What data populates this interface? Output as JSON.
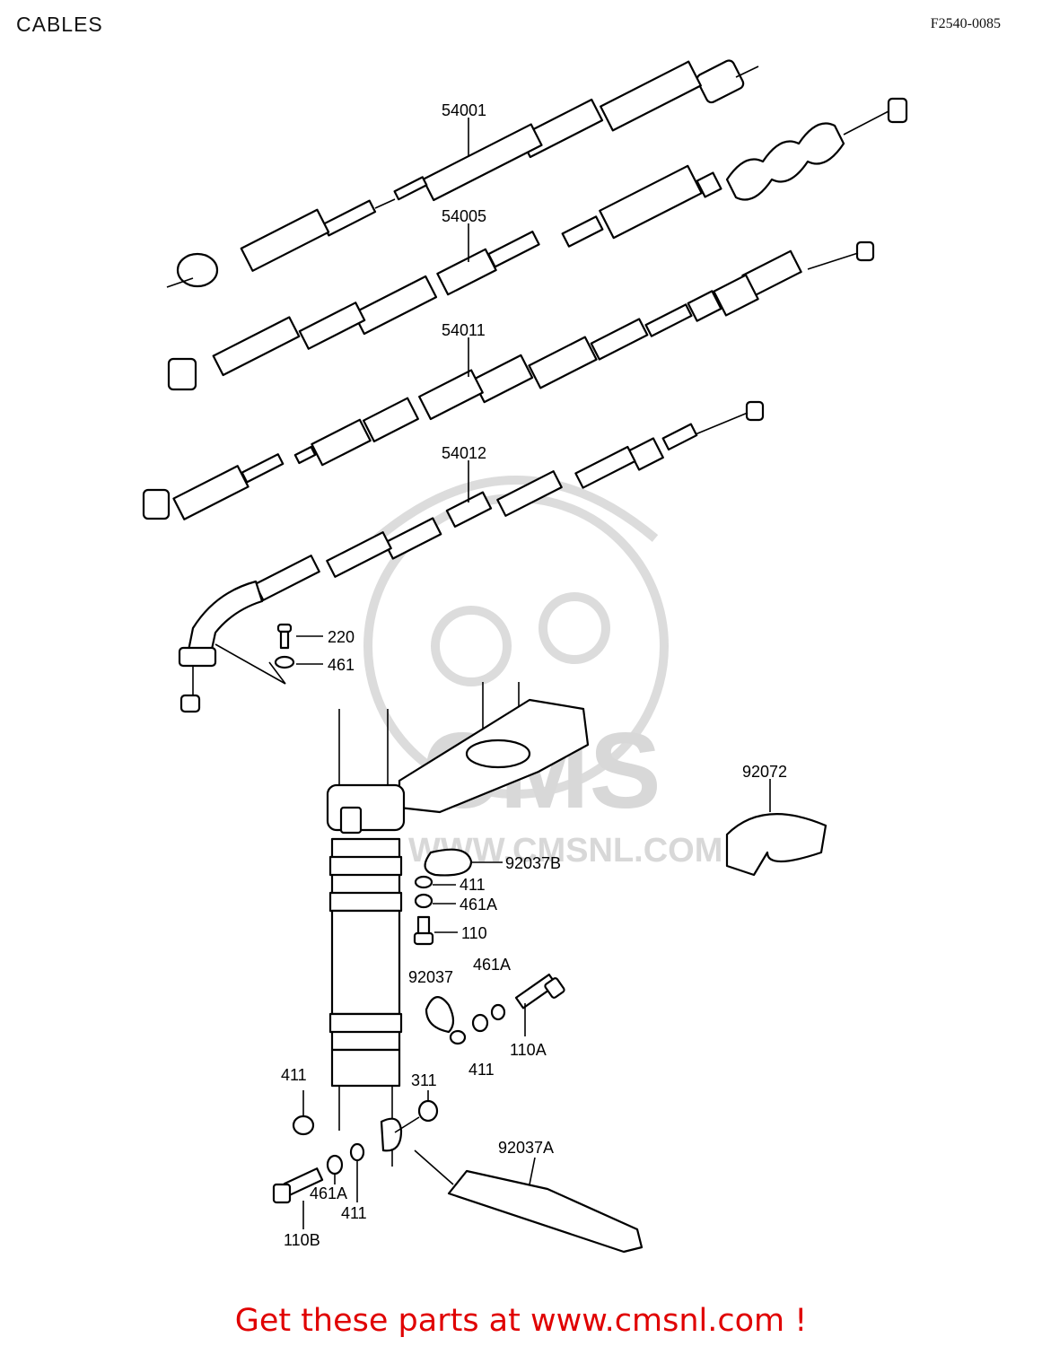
{
  "header": {
    "title": "CABLES",
    "figure_code": "F2540-0085"
  },
  "labels": {
    "cable_speedometer": "54001",
    "cable_tachometer": "54005",
    "cable_clutch": "54011",
    "cable_brake": "54012",
    "screw_220": "220",
    "washer_461": "461",
    "band_92072": "92072",
    "clamp_92037b": "92037B",
    "washer_411_top": "411",
    "washer_461a_top": "461A",
    "bolt_110": "110",
    "clamp_92037": "92037",
    "washer_461a_mid": "461A",
    "washer_411_mid": "411",
    "bolt_110a": "110A",
    "nut_411_left": "411",
    "nut_311": "311",
    "clamp_92037a": "92037A",
    "washer_461a_low": "461A",
    "washer_411_low": "411",
    "bolt_110b": "110B"
  },
  "watermark": {
    "text": "WWW.CMSNL.COM",
    "logo_text": "CMS"
  },
  "footer": {
    "text": "Get these parts at www.cmsnl.com !"
  }
}
